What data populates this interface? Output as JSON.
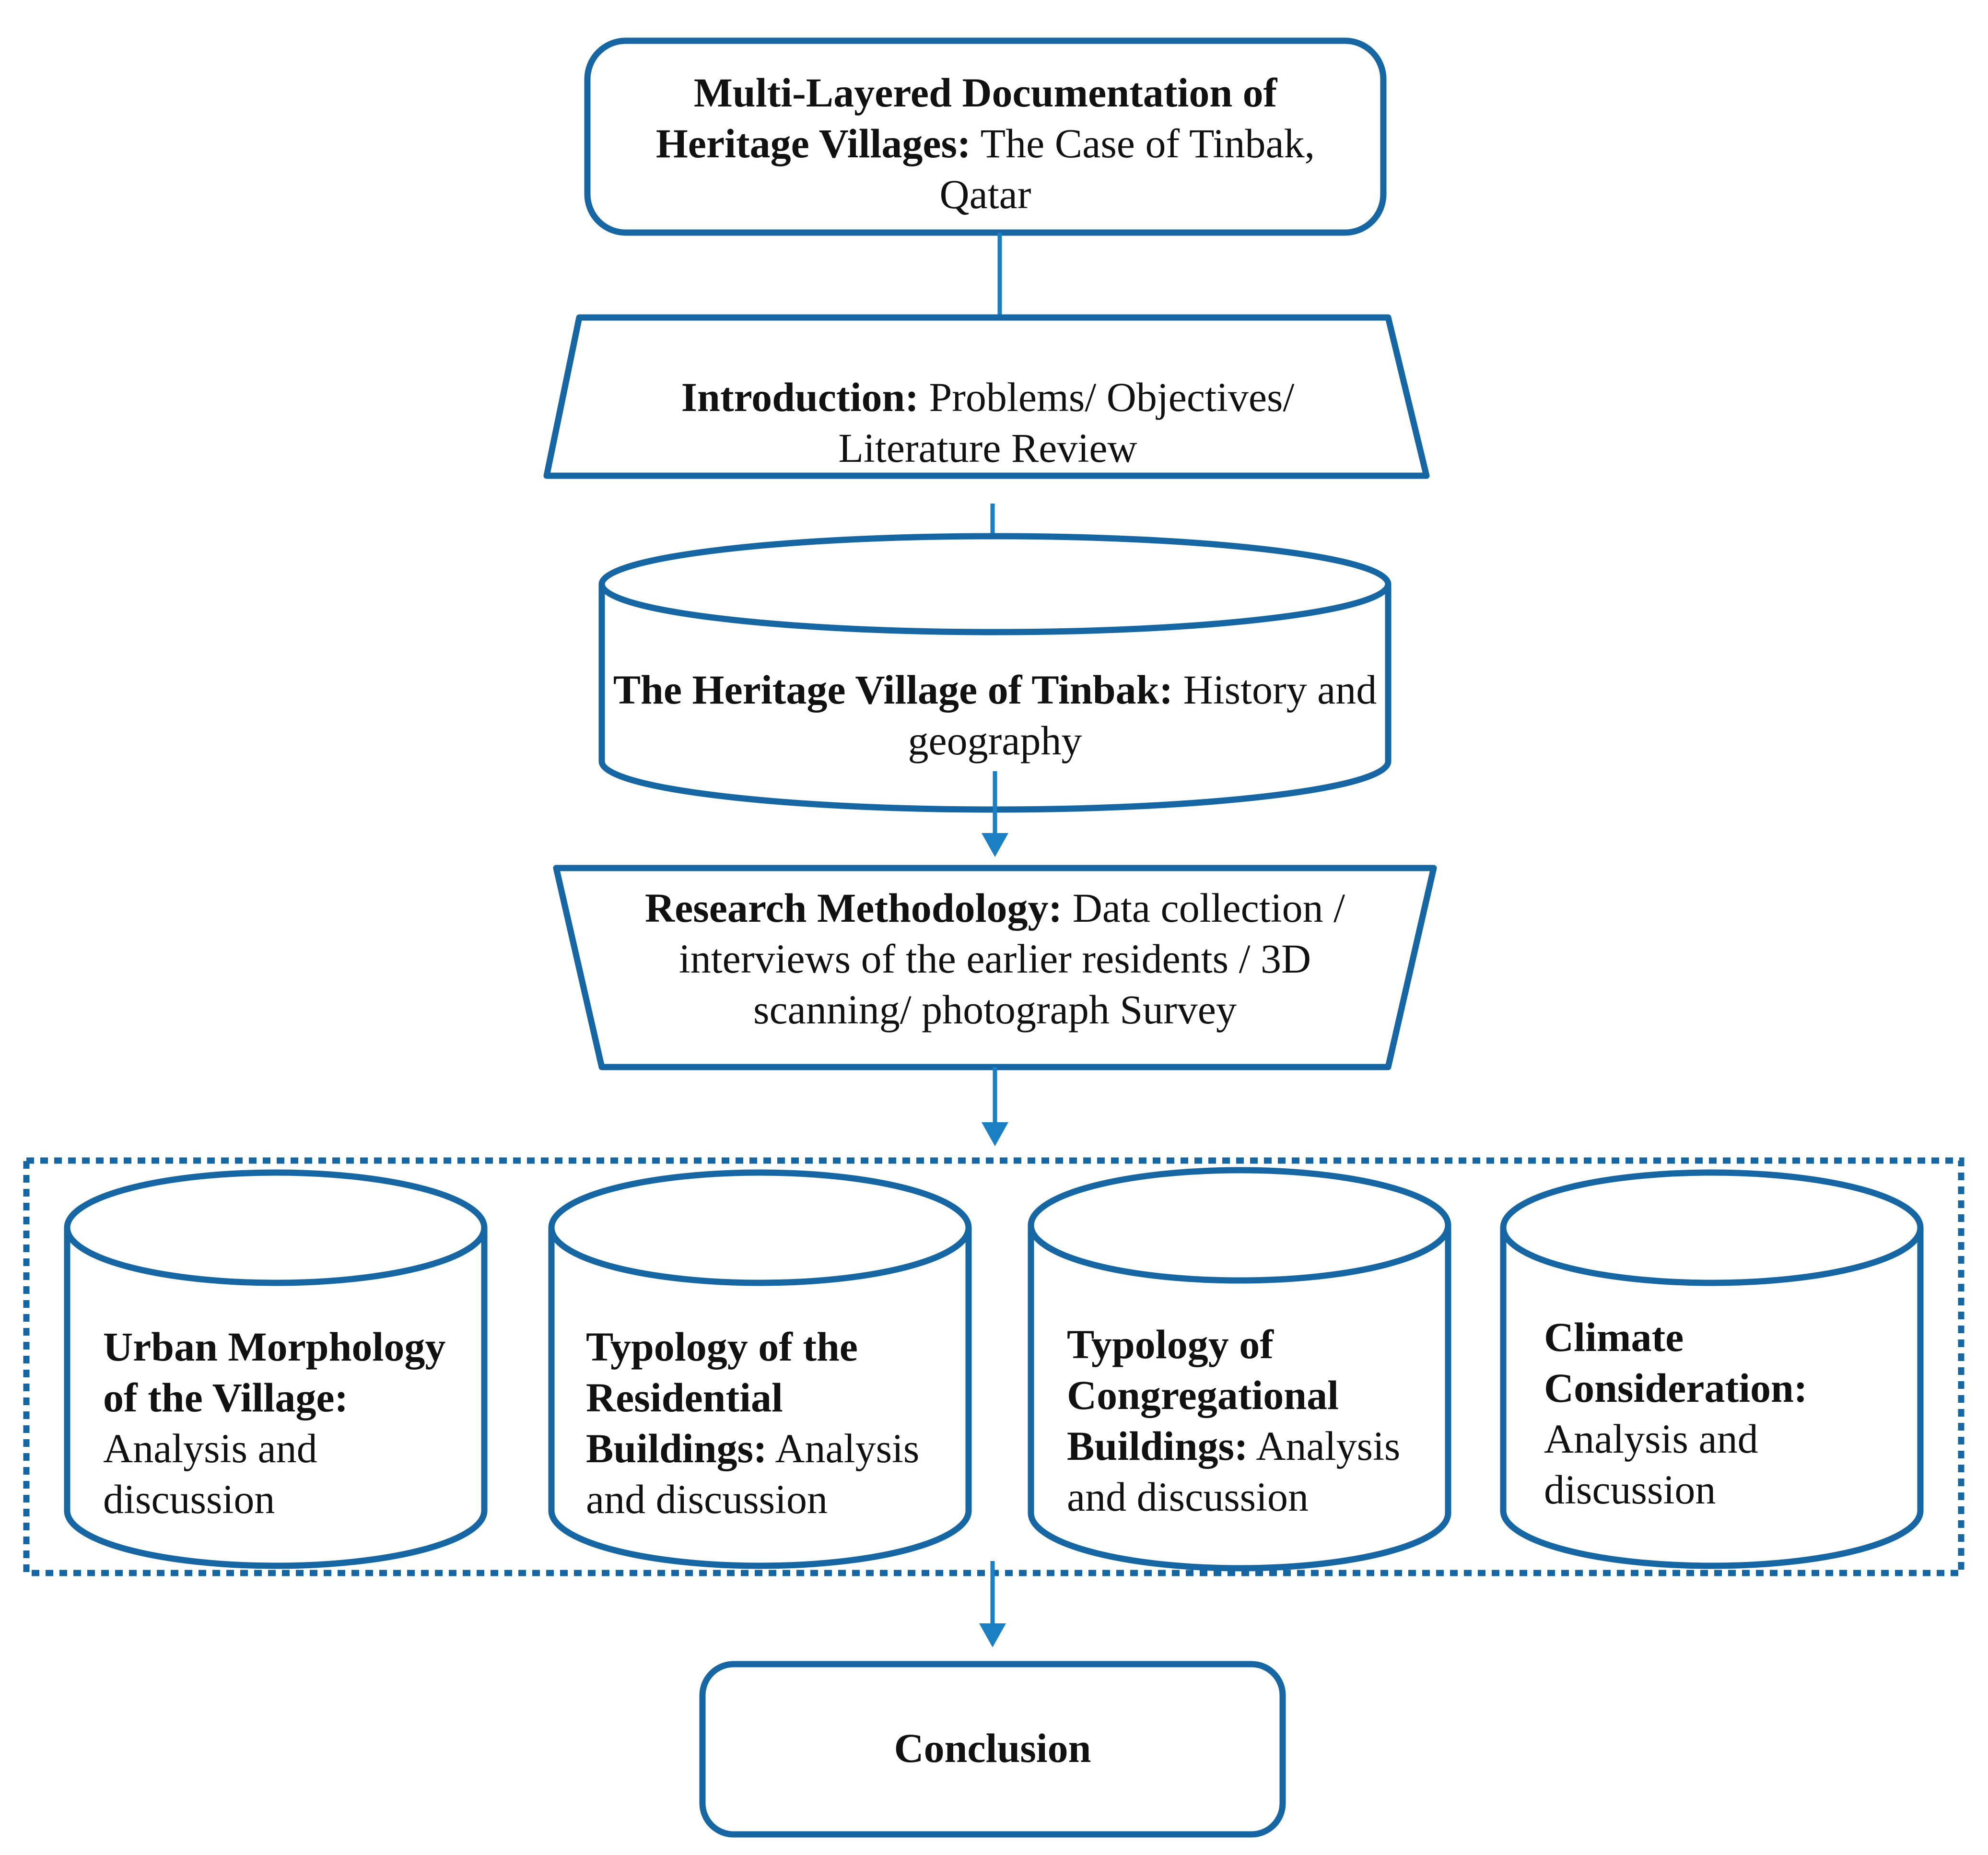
{
  "colors": {
    "stroke": "#1566a3",
    "arrow": "#1b7fc4",
    "text": "#111111",
    "background": "#ffffff"
  },
  "nodes": {
    "title": {
      "bold": "Multi-Layered Documentation of Heritage Villages:",
      "rest": " The Case of Tinbak, Qatar"
    },
    "introduction": {
      "bold": "Introduction:",
      "rest": " Problems/ Objectives/ Literature Review"
    },
    "heritage_village": {
      "bold": "The Heritage Village of Tinbak:",
      "rest": " History and geography"
    },
    "methodology": {
      "bold": "Research Methodology:",
      "rest": " Data collection / interviews of the earlier residents / 3D scanning/ photograph Survey"
    },
    "urban_morphology": {
      "bold": "Urban Morphology of the Village:",
      "rest": " Analysis and discussion"
    },
    "residential": {
      "bold": "Typology of the Residential Buildings:",
      "rest": " Analysis and discussion"
    },
    "congregational": {
      "bold": "Typology of Congregational Buildings:",
      "rest": " Analysis and discussion"
    },
    "climate": {
      "bold": "Climate Consideration:",
      "rest": " Analysis and discussion"
    },
    "conclusion": {
      "bold": "Conclusion",
      "rest": ""
    }
  }
}
